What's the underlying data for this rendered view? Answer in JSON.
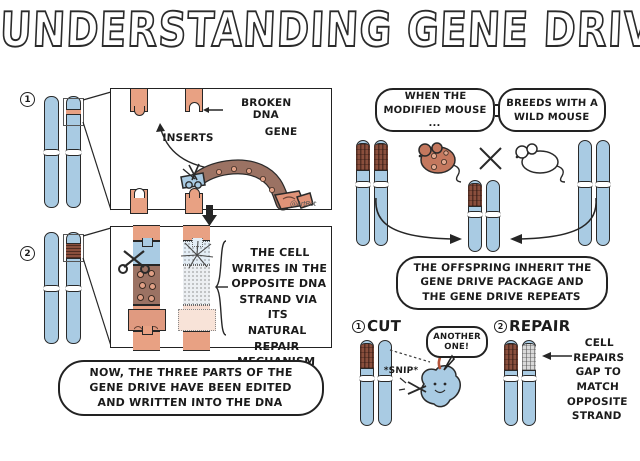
{
  "title": "UNDERSTANDING GENE DRIVES II",
  "signature": "@ArtBot",
  "palette": {
    "chromosome_blue": "#a9cbe3",
    "salmon": "#e8a183",
    "gene_brown": "#9b7263",
    "drive_dark": "#8a4f3d",
    "ink": "#222222",
    "paper": "#ffffff"
  },
  "left_column": {
    "panel1": {
      "step_number": "1",
      "labels": {
        "broken_dna": "BROKEN\nDNA",
        "inserts": "INSERTS",
        "gene": "GENE"
      },
      "icons": {
        "chromosome_pair": "chromosome-pair-icon",
        "scissors": "scissors-icon",
        "gene_snake": "gene-snake-icon",
        "arrow_broken_dna": "arrow-left-icon",
        "arrow_inserts": "curved-arrow-icon"
      }
    },
    "transition_arrow": "down-arrow-icon",
    "panel2": {
      "step_number": "2",
      "caption": "THE CELL\nWRITES IN THE\nOPPOSITE DNA\nSTRAND VIA ITS\nNATURAL REPAIR\nMECHANISM",
      "icons": {
        "chromosome_pair": "chromosome-pair-icon",
        "scissors": "scissors-icon",
        "solid_strand": "dna-strand-solid-icon",
        "ghost_strand": "dna-strand-dotted-icon",
        "bracket": "curly-bracket-icon"
      }
    },
    "summary_bubble": "NOW, THE THREE PARTS OF THE\nGENE DRIVE HAVE BEEN EDITED\nAND WRITTEN INTO THE DNA"
  },
  "right_column": {
    "breeding": {
      "bubble_left": "WHEN THE\nMODIFIED MOUSE ...",
      "bubble_right": "BREEDS WITH A\nWILD MOUSE",
      "cross_symbol": "×",
      "icons": {
        "modified_mouse": "spotted-mouse-icon",
        "wild_mouse": "white-mouse-icon",
        "modified_chromosomes": "modified-chromosome-pair-icon",
        "wild_chromosomes": "wild-chromosome-pair-icon",
        "offspring_chromosomes": "offspring-chromosome-pair-icon",
        "arrow_left_inherit": "curved-arrow-right-icon",
        "arrow_right_inherit": "curved-arrow-left-icon"
      }
    },
    "offspring_bubble": "THE OFFSPRING INHERIT THE\nGENE DRIVE PACKAGE AND\nTHE GENE DRIVE REPEATS",
    "cut_step": {
      "number": "1",
      "label": "CUT",
      "sound_effect": "*SNIP*",
      "speech": "ANOTHER\nONE!",
      "icons": {
        "chromosomes": "cut-chromosome-pair-icon",
        "cas9_blob": "cas9-blob-icon",
        "scissors": "scissors-icon",
        "guide_rna": "guide-rna-icon"
      }
    },
    "repair_step": {
      "number": "2",
      "label": "REPAIR",
      "caption": "CELL\nREPAIRS\nGAP TO\nMATCH\nOPPOSITE\nSTRAND",
      "icons": {
        "chromosomes": "repaired-chromosome-pair-icon",
        "arrow": "arrow-left-icon"
      }
    }
  }
}
